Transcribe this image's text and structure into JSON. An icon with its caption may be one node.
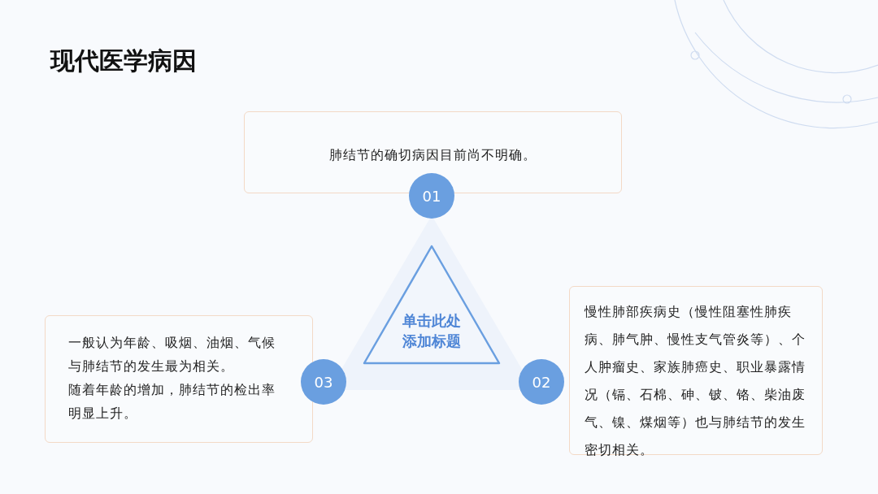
{
  "diagram": {
    "title": "现代医学病因",
    "nodes": [
      {
        "text": [
          "肺结节的确切病因目前尚不明确。"
        ]
      },
      {
        "text": [
          "01"
        ]
      },
      {
        "text": [
          "单击此处添加标题"
        ]
      },
      {
        "text": [
          "慢性肺部疾病史（慢性阻塞性肺疾病、肺气肿、慢性支气管炎等）、个人肿瘤史、家族肺癌史、职业暴露情况（镉、石棉、砷、铍、铬、柴油废气、镍、煤烟等）也与肺结节的发生密切相关。"
        ]
      },
      {
        "text": [
          "一般认为年龄、吸烟、油烟、气候与肺结节的发生最为相关。",
          "随着年龄的增加，肺结节的检出率明显上升。"
        ]
      },
      {
        "text": [
          "03"
        ]
      },
      {
        "text": [
          "02"
        ]
      }
    ]
  }
}
